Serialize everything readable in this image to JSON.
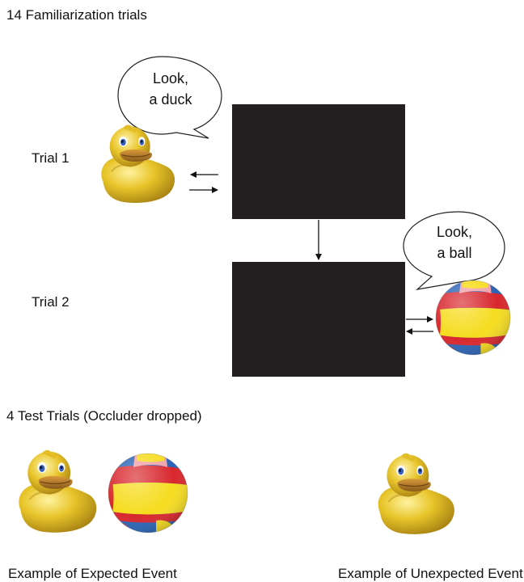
{
  "familiarization": {
    "heading": "14 Familiarization trials",
    "trial1": {
      "label": "Trial 1",
      "speech_line1": "Look,",
      "speech_line2": "a duck"
    },
    "trial2": {
      "label": "Trial 2",
      "speech_line1": "Look,",
      "speech_line2": "a ball"
    }
  },
  "test": {
    "heading": "4 Test Trials (Occluder dropped)",
    "expected_caption": "Example of Expected Event",
    "unexpected_caption": "Example of Unexpected Event"
  },
  "colors": {
    "occluder": "#231f20",
    "duck_yellow": "#e8c52a",
    "duck_beak": "#c9852a",
    "ball_red": "#d8262c",
    "ball_yellow": "#f6dc1f",
    "ball_blue": "#2a63b5"
  },
  "icons": {
    "duck": "rubber-duck-icon",
    "ball": "beach-ball-icon"
  }
}
